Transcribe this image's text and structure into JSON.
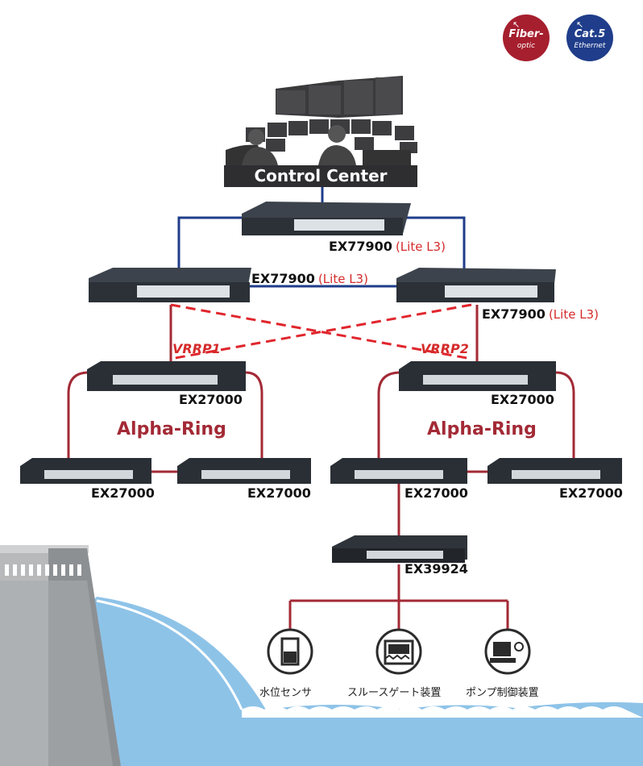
{
  "badges": {
    "fiber": {
      "title": "Fiber-",
      "sub": "optic",
      "color": "#a61f2e",
      "icon": "arrow-icon"
    },
    "cat5": {
      "title": "Cat.5",
      "sub": "Ethernet",
      "color": "#1f3d8a",
      "icon": "arrow-icon"
    }
  },
  "control_center": {
    "label": "Control Center"
  },
  "core": {
    "top": {
      "model": "EX77900",
      "note": "(Lite L3)"
    },
    "left": {
      "model": "EX77900",
      "note": "(Lite L3)"
    },
    "right": {
      "model": "EX77900",
      "note": "(Lite L3)"
    }
  },
  "vrrp": {
    "left": "VRRP1",
    "right": "VRRP2"
  },
  "rings": {
    "left": {
      "label": "Alpha-Ring",
      "top": "EX27000",
      "bottom_left": "EX27000",
      "bottom_right": "EX27000"
    },
    "right": {
      "label": "Alpha-Ring",
      "top": "EX27000",
      "bottom_left": "EX27000",
      "bottom_right": "EX27000"
    }
  },
  "access": {
    "model": "EX39924"
  },
  "devices": [
    {
      "label": "水位センサ",
      "icon": "water-level-sensor-icon"
    },
    {
      "label": "スルースゲート装置",
      "icon": "sluice-gate-icon"
    },
    {
      "label": "ポンプ制御装置",
      "icon": "pump-control-icon"
    }
  ],
  "colors": {
    "fiber_line": "#a32a36",
    "ethernet_line": "#1f3d8a",
    "vrrp_line": "#e0262d",
    "water": "#7fb8e0"
  }
}
